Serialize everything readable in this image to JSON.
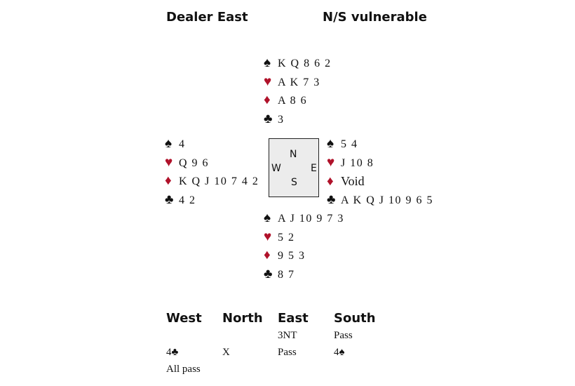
{
  "header": {
    "dealer": "Dealer East",
    "vulnerability": "N/S vulnerable"
  },
  "suits": {
    "spades": "♠",
    "hearts": "♥",
    "diamonds": "♦",
    "clubs": "♣"
  },
  "colors": {
    "red_suit": "#b0122a",
    "black_suit": "#111111",
    "compass_bg": "#ececec"
  },
  "hands": {
    "north": {
      "spades": "K Q 8  6 2",
      "hearts": "A K  7  3",
      "diamonds": "A 8  6",
      "clubs": "3"
    },
    "west": {
      "spades": "4",
      "hearts": "Q 9  6",
      "diamonds": "K Q  J 10 7 4 2",
      "clubs": "4 2"
    },
    "east": {
      "spades": "5 4",
      "hearts": "J 10 8",
      "diamonds": "Void",
      "clubs": "A K Q J 10 9 6 5"
    },
    "south": {
      "spades": "A J 10 9  7 3",
      "hearts": "5 2",
      "diamonds": "9 5  3",
      "clubs": "8 7"
    }
  },
  "compass": {
    "n": "N",
    "s": "S",
    "e": "E",
    "w": "W"
  },
  "auction": {
    "headers": [
      "West",
      "North",
      "East",
      "South"
    ],
    "rows": [
      [
        "",
        "",
        "3NT",
        "Pass"
      ],
      [
        "4♣",
        "X",
        "Pass",
        "4♠"
      ],
      [
        "All pass",
        "",
        "",
        ""
      ]
    ]
  }
}
